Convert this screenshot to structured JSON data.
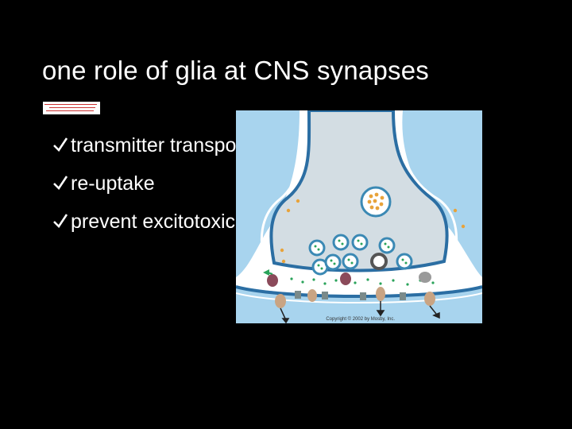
{
  "slide": {
    "title": "one role of glia at CNS synapses",
    "bullets": [
      {
        "text": "transmitter transporters"
      },
      {
        "text": "re-uptake"
      },
      {
        "text": "prevent excitotoxicity"
      }
    ]
  },
  "figure": {
    "copyright": "Copyright © 2002 by Mosby, Inc."
  },
  "colors": {
    "background": "#000000",
    "text": "#ffffff",
    "glia": "#a8d4ee",
    "terminal": "#d3dde3",
    "vesicle": "#3b89b4",
    "transmitter": "#2aa35a",
    "granule": "#e8a33a"
  }
}
